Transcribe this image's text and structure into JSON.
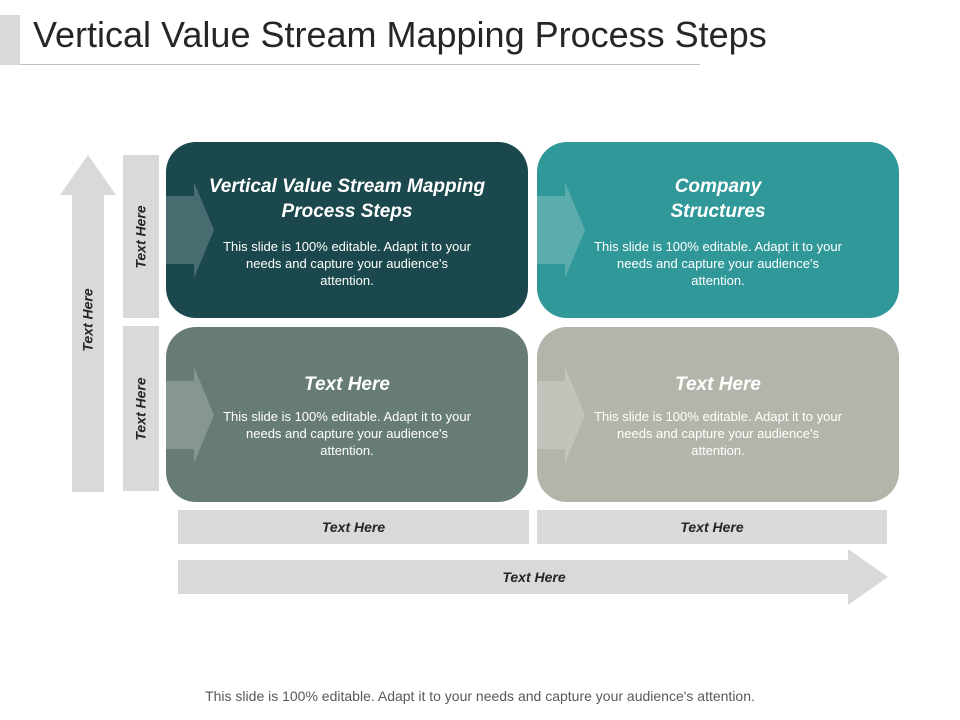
{
  "title": "Vertical Value Stream Mapping Process Steps",
  "colors": {
    "dark_teal": "#1b484c",
    "teal": "#319899",
    "slate_gray": "#687c76",
    "stone_gray": "#b5b4aa",
    "light_gray": "#d9d9d9"
  },
  "boxes": [
    {
      "title": "Vertical Value Stream Mapping Process Steps",
      "text": "This slide is 100% editable. Adapt it to your needs and capture your audience's attention."
    },
    {
      "title": "Company Structures",
      "text": "This slide is 100% editable. Adapt it to your needs and capture your audience's attention."
    },
    {
      "title": "Text Here",
      "text": "This slide is 100% editable. Adapt it to your needs and capture your audience's attention."
    },
    {
      "title": "Text Here",
      "text": "This slide is 100% editable. Adapt it to your needs and capture your audience's attention."
    }
  ],
  "vertical_arrow_label": "Text Here",
  "row_labels": [
    "Text Here",
    "Text Here"
  ],
  "column_labels": [
    "Text Here",
    "Text Here"
  ],
  "horizontal_arrow_label": "Text Here",
  "footer": "This slide is 100% editable. Adapt it to your needs and capture your audience's attention."
}
